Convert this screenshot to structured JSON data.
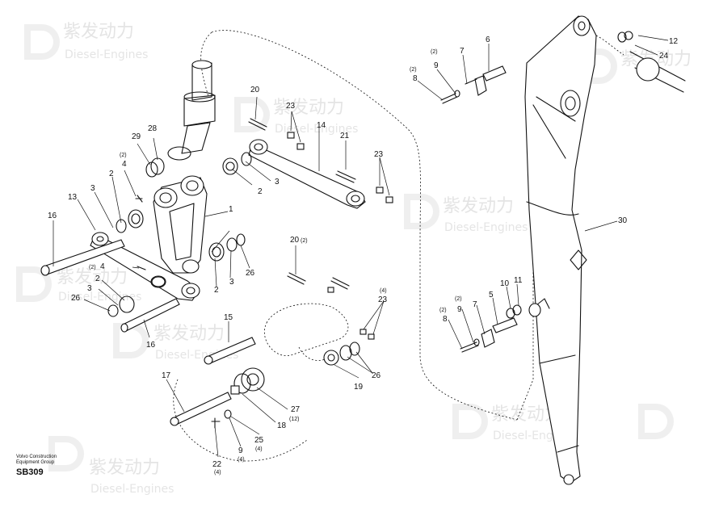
{
  "watermark": {
    "brand_cn": "紫发动力",
    "brand_en": "Diesel-Engines"
  },
  "caption": {
    "maker": "Volvo Construction",
    "group": "Equipment Group",
    "code": "SB309"
  },
  "callouts": {
    "c1": "1",
    "c2a": "2",
    "c2b": "2",
    "c2c": "2",
    "c2d": "2",
    "c3a": "3",
    "c3b": "3",
    "c3c": "3",
    "c3d": "3",
    "c4a": "4",
    "c4b": "4",
    "c5a": "5",
    "c6": "6",
    "c7a": "7",
    "c7b": "7",
    "c8a": "8",
    "c8b": "8",
    "c9a": "9",
    "c9b": "9",
    "c9c": "9",
    "c10": "10",
    "c11": "11",
    "c12": "12",
    "c13": "13",
    "c14": "14",
    "c15": "15",
    "c16a": "16",
    "c16b": "16",
    "c17": "17",
    "c18": "18",
    "c19": "19",
    "c20a": "20",
    "c20b": "20",
    "c21": "21",
    "c22": "22",
    "c23a": "23",
    "c23b": "23",
    "c23c": "23",
    "c24": "24",
    "c25": "25",
    "c26a": "26",
    "c26b": "26",
    "c26c": "26",
    "c27": "27",
    "c28": "28",
    "c29": "29",
    "c30": "30",
    "q2": "(2)",
    "q4": "(4)",
    "q12": "(12)"
  }
}
